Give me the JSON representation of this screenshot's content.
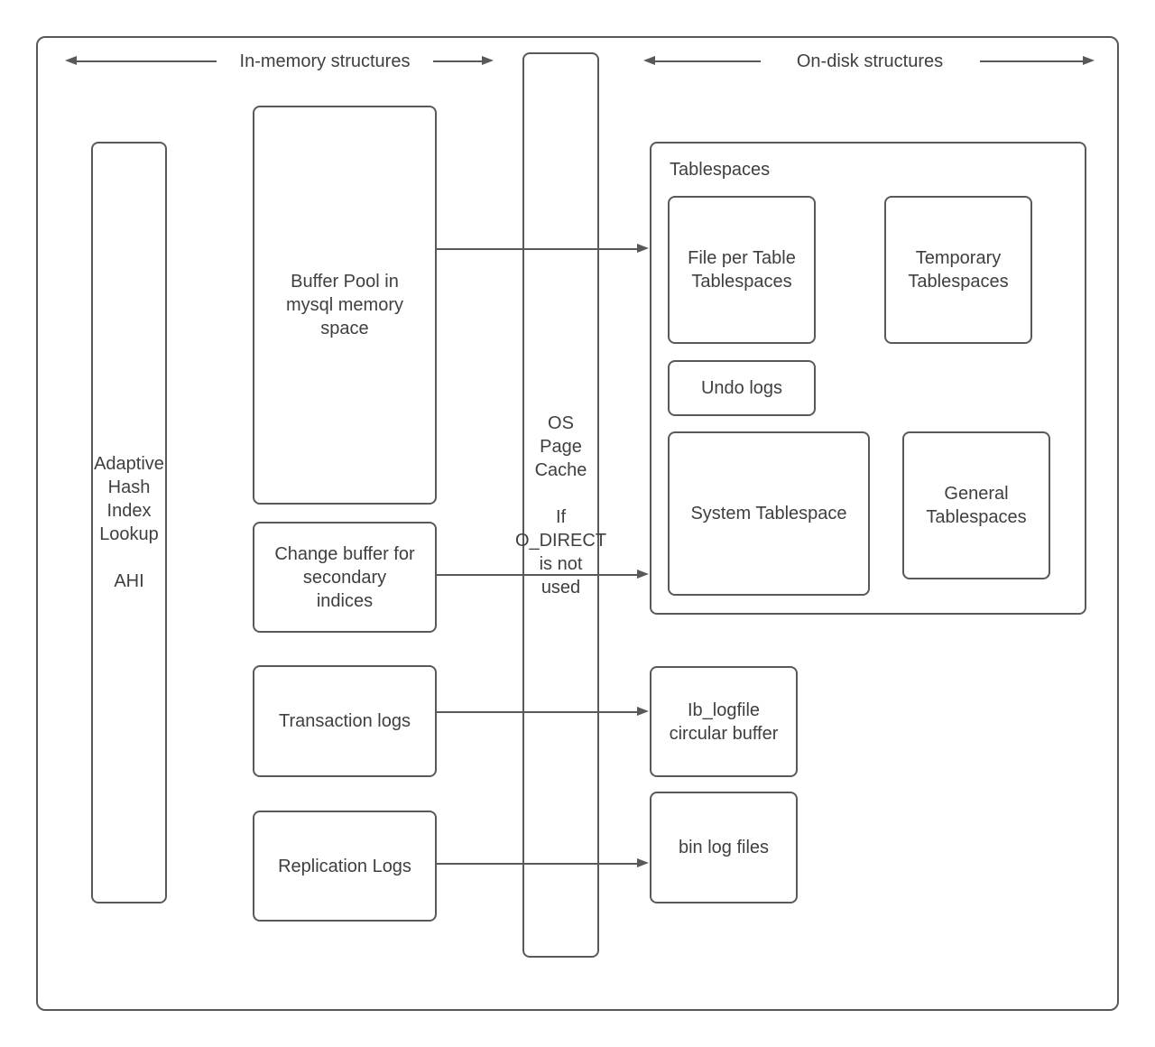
{
  "diagram": {
    "title": "MySQL InnoDB memory and disk structures",
    "colors": {
      "line": "#595959",
      "text": "#3f3f3f",
      "background": "#ffffff"
    },
    "headers": {
      "in_memory": "In-memory structures",
      "on_disk": "On-disk structures"
    },
    "nodes": {
      "ahi": "Adaptive\nHash\nIndex\nLookup\n\nAHI",
      "buffer_pool": "Buffer Pool in\nmysql memory\nspace",
      "change_buffer": "Change buffer for\nsecondary\nindices",
      "transaction_logs": "Transaction logs",
      "replication_logs": "Replication Logs",
      "os_page_cache": "OS\nPage\nCache\n\nIf\nO_DIRECT\nis not\nused",
      "tablespaces_label": "Tablespaces",
      "file_per_table": "File per Table\nTablespaces",
      "temporary_tablespaces": "Temporary\nTablespaces",
      "undo_logs": "Undo logs",
      "system_tablespace": "System Tablespace",
      "general_tablespaces": "General\nTablespaces",
      "ib_logfile": "Ib_logfile\ncircular buffer",
      "bin_log_files": "bin log files"
    }
  }
}
